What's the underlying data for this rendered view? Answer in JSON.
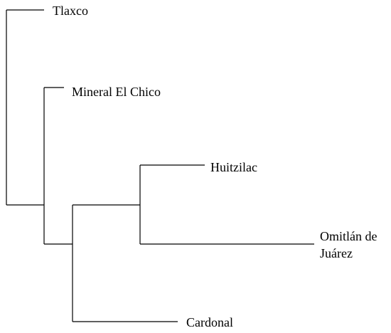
{
  "tree": {
    "type": "dendrogram",
    "leaves": [
      {
        "id": "tlaxco",
        "lines": [
          "Tlaxco"
        ]
      },
      {
        "id": "mineral",
        "lines": [
          "Mineral El Chico"
        ]
      },
      {
        "id": "huitzilac",
        "lines": [
          "Huitzilac"
        ]
      },
      {
        "id": "omitlan",
        "lines": [
          "Omitlán de",
          "Juárez"
        ]
      },
      {
        "id": "cardonal",
        "lines": [
          "Cardonal"
        ]
      }
    ],
    "topology": "(Tlaxco,(Mineral El Chico,((Huitzilac,Omitlán de Juárez),Cardonal)))",
    "colors": {
      "line": "#000000",
      "text": "#000000",
      "background": "#ffffff"
    }
  }
}
